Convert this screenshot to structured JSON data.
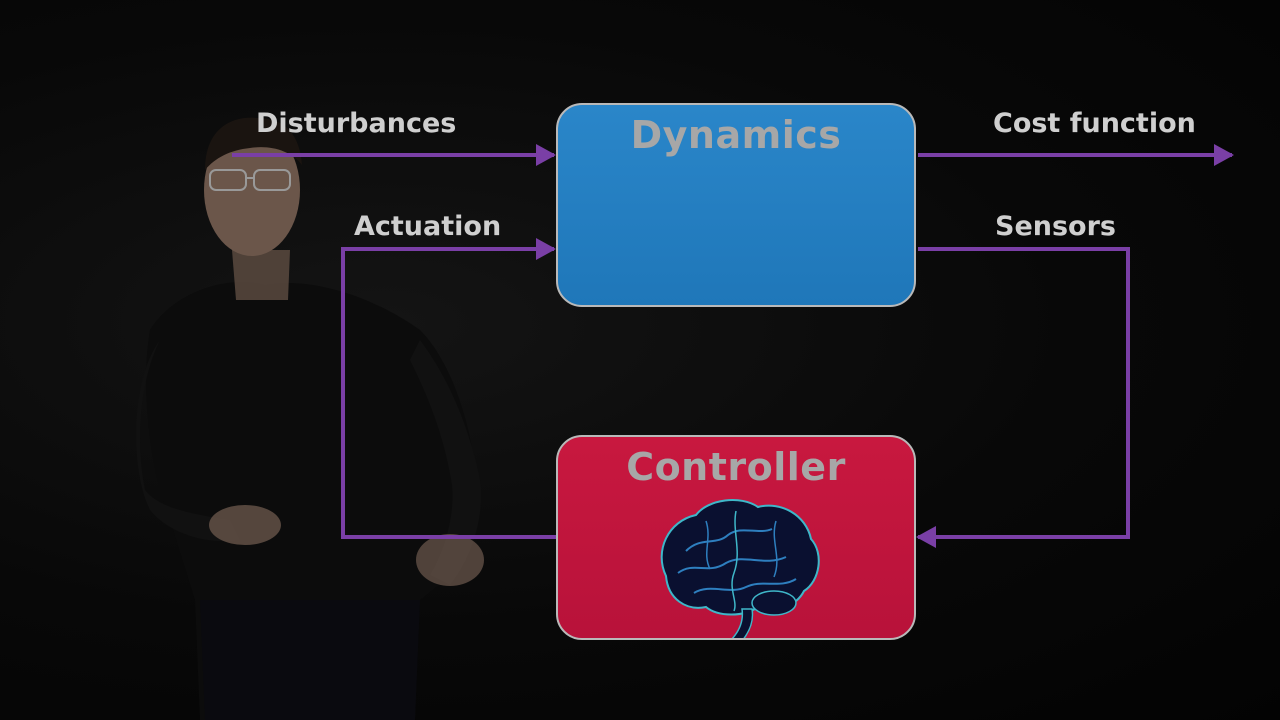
{
  "diagram": {
    "blocks": {
      "dynamics": {
        "title": "Dynamics"
      },
      "controller": {
        "title": "Controller"
      }
    },
    "signals": {
      "disturbances": "Disturbances",
      "actuation": "Actuation",
      "cost_function": "Cost function",
      "sensors": "Sensors"
    },
    "colors": {
      "dynamics_block": "#1f77b9",
      "controller_block": "#c0153d",
      "arrows": "#7a3fa6",
      "text": "#a7a7a7"
    },
    "icons": {
      "controller": "brain-icon"
    }
  }
}
